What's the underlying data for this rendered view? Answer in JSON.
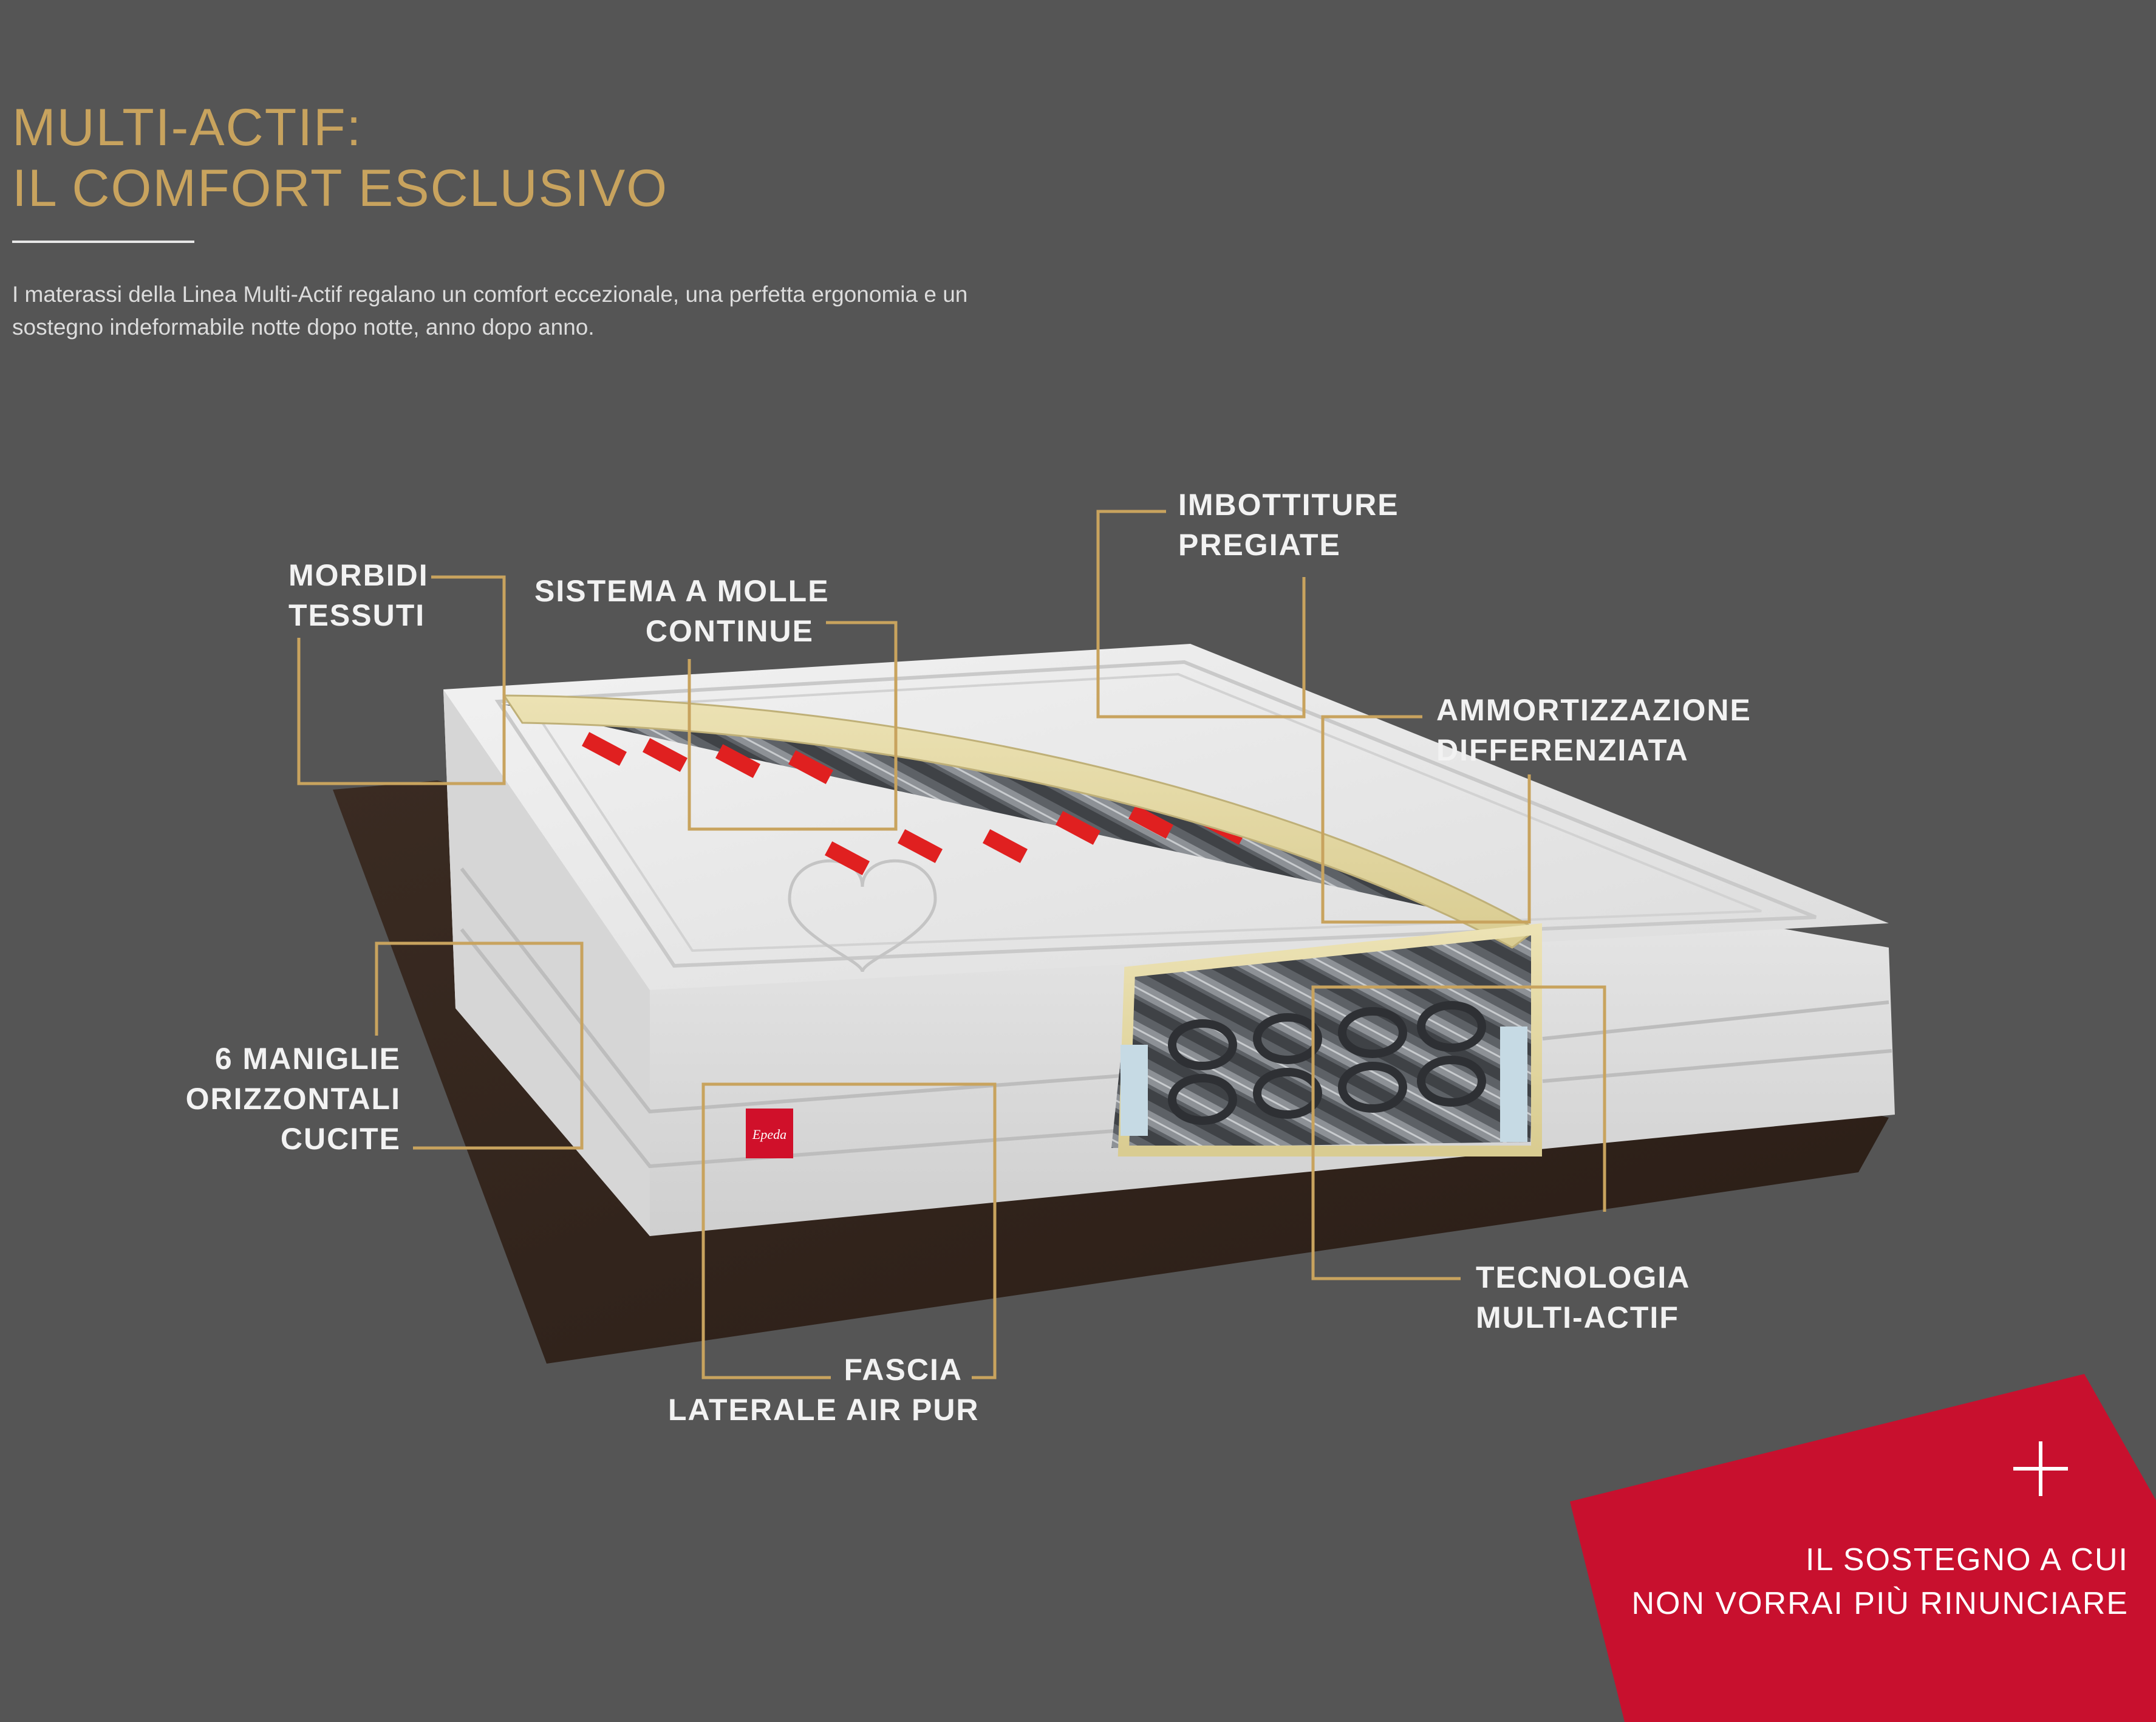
{
  "heading": {
    "line1": "MULTI-ACTIF:",
    "line2": "IL COMFORT ESCLUSIVO"
  },
  "intro": {
    "line1": "I materassi della Linea Multi-Actif regalano un comfort eccezionale, una perfetta ergonomia e un",
    "line2": "sostegno indeformabile notte dopo notte, anno dopo anno."
  },
  "labels": {
    "morbidi": [
      "MORBIDI",
      "TESSUTI"
    ],
    "molle": [
      "SISTEMA A MOLLE",
      "CONTINUE"
    ],
    "imbottiture": [
      "IMBOTTITURE",
      "PREGIATE"
    ],
    "ammortizzazione": [
      "AMMORTIZZAZIONE",
      "DIFFERENZIATA"
    ],
    "maniglie": [
      "6 MANIGLIE",
      "ORIZZONTALI",
      "CUCITE"
    ],
    "tecnologia": [
      "TECNOLOGIA",
      "MULTI-ACTIF"
    ],
    "fascia": [
      "FASCIA",
      "LATERALE AIR PUR"
    ]
  },
  "brand_tag": "Epeda",
  "promo": {
    "line1": "IL SOSTEGNO A CUI",
    "line2": "NON VORRAI PIÙ RINUNCIARE"
  },
  "colors": {
    "background": "#555555",
    "gold": "#c8a35e",
    "promo_red": "#c8102e",
    "spring_red": "#e02020"
  },
  "icons": {
    "expand": "plus-icon"
  }
}
